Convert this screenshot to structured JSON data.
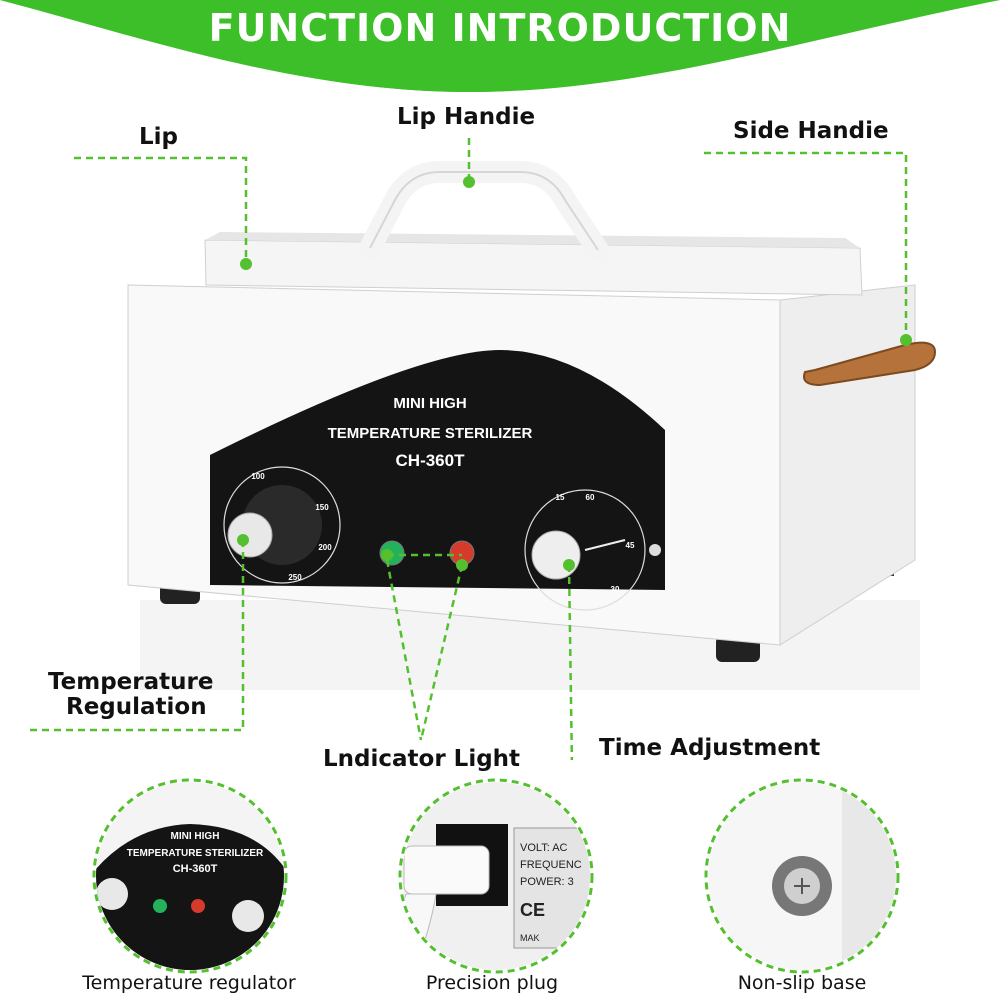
{
  "banner": {
    "title": "FUNCTION INTRODUCTION",
    "color": "#3dbf29"
  },
  "accent_color": "#55c02f",
  "device": {
    "line1": "MINI HIGH",
    "line2": "TEMPERATURE STERILIZER",
    "model": "CH-360T",
    "temp_dial_labels": [
      "100",
      "150",
      "200",
      "250"
    ],
    "timer_dial_labels": [
      "60",
      "45",
      "30",
      "15"
    ]
  },
  "callouts": {
    "lip": "Lip",
    "lip_handle": "Lip Handie",
    "side_handle": "Side Handie",
    "temperature_regulation_1": "Temperature",
    "temperature_regulation_2": "Regulation",
    "indicator_light": "Lndicator Light",
    "time_adjustment": "Time Adjustment"
  },
  "details": [
    {
      "caption": "Temperature regulator",
      "icon": "sterilizer-panel-closeup"
    },
    {
      "caption": "Precision plug",
      "icon": "power-plug-closeup",
      "label_lines": [
        "VOLT: AC",
        "FREQUENC",
        "POWER: 3"
      ],
      "ce": "CE",
      "maker": "MAK"
    },
    {
      "caption": "Non-slip base",
      "icon": "rubber-foot-closeup"
    }
  ]
}
